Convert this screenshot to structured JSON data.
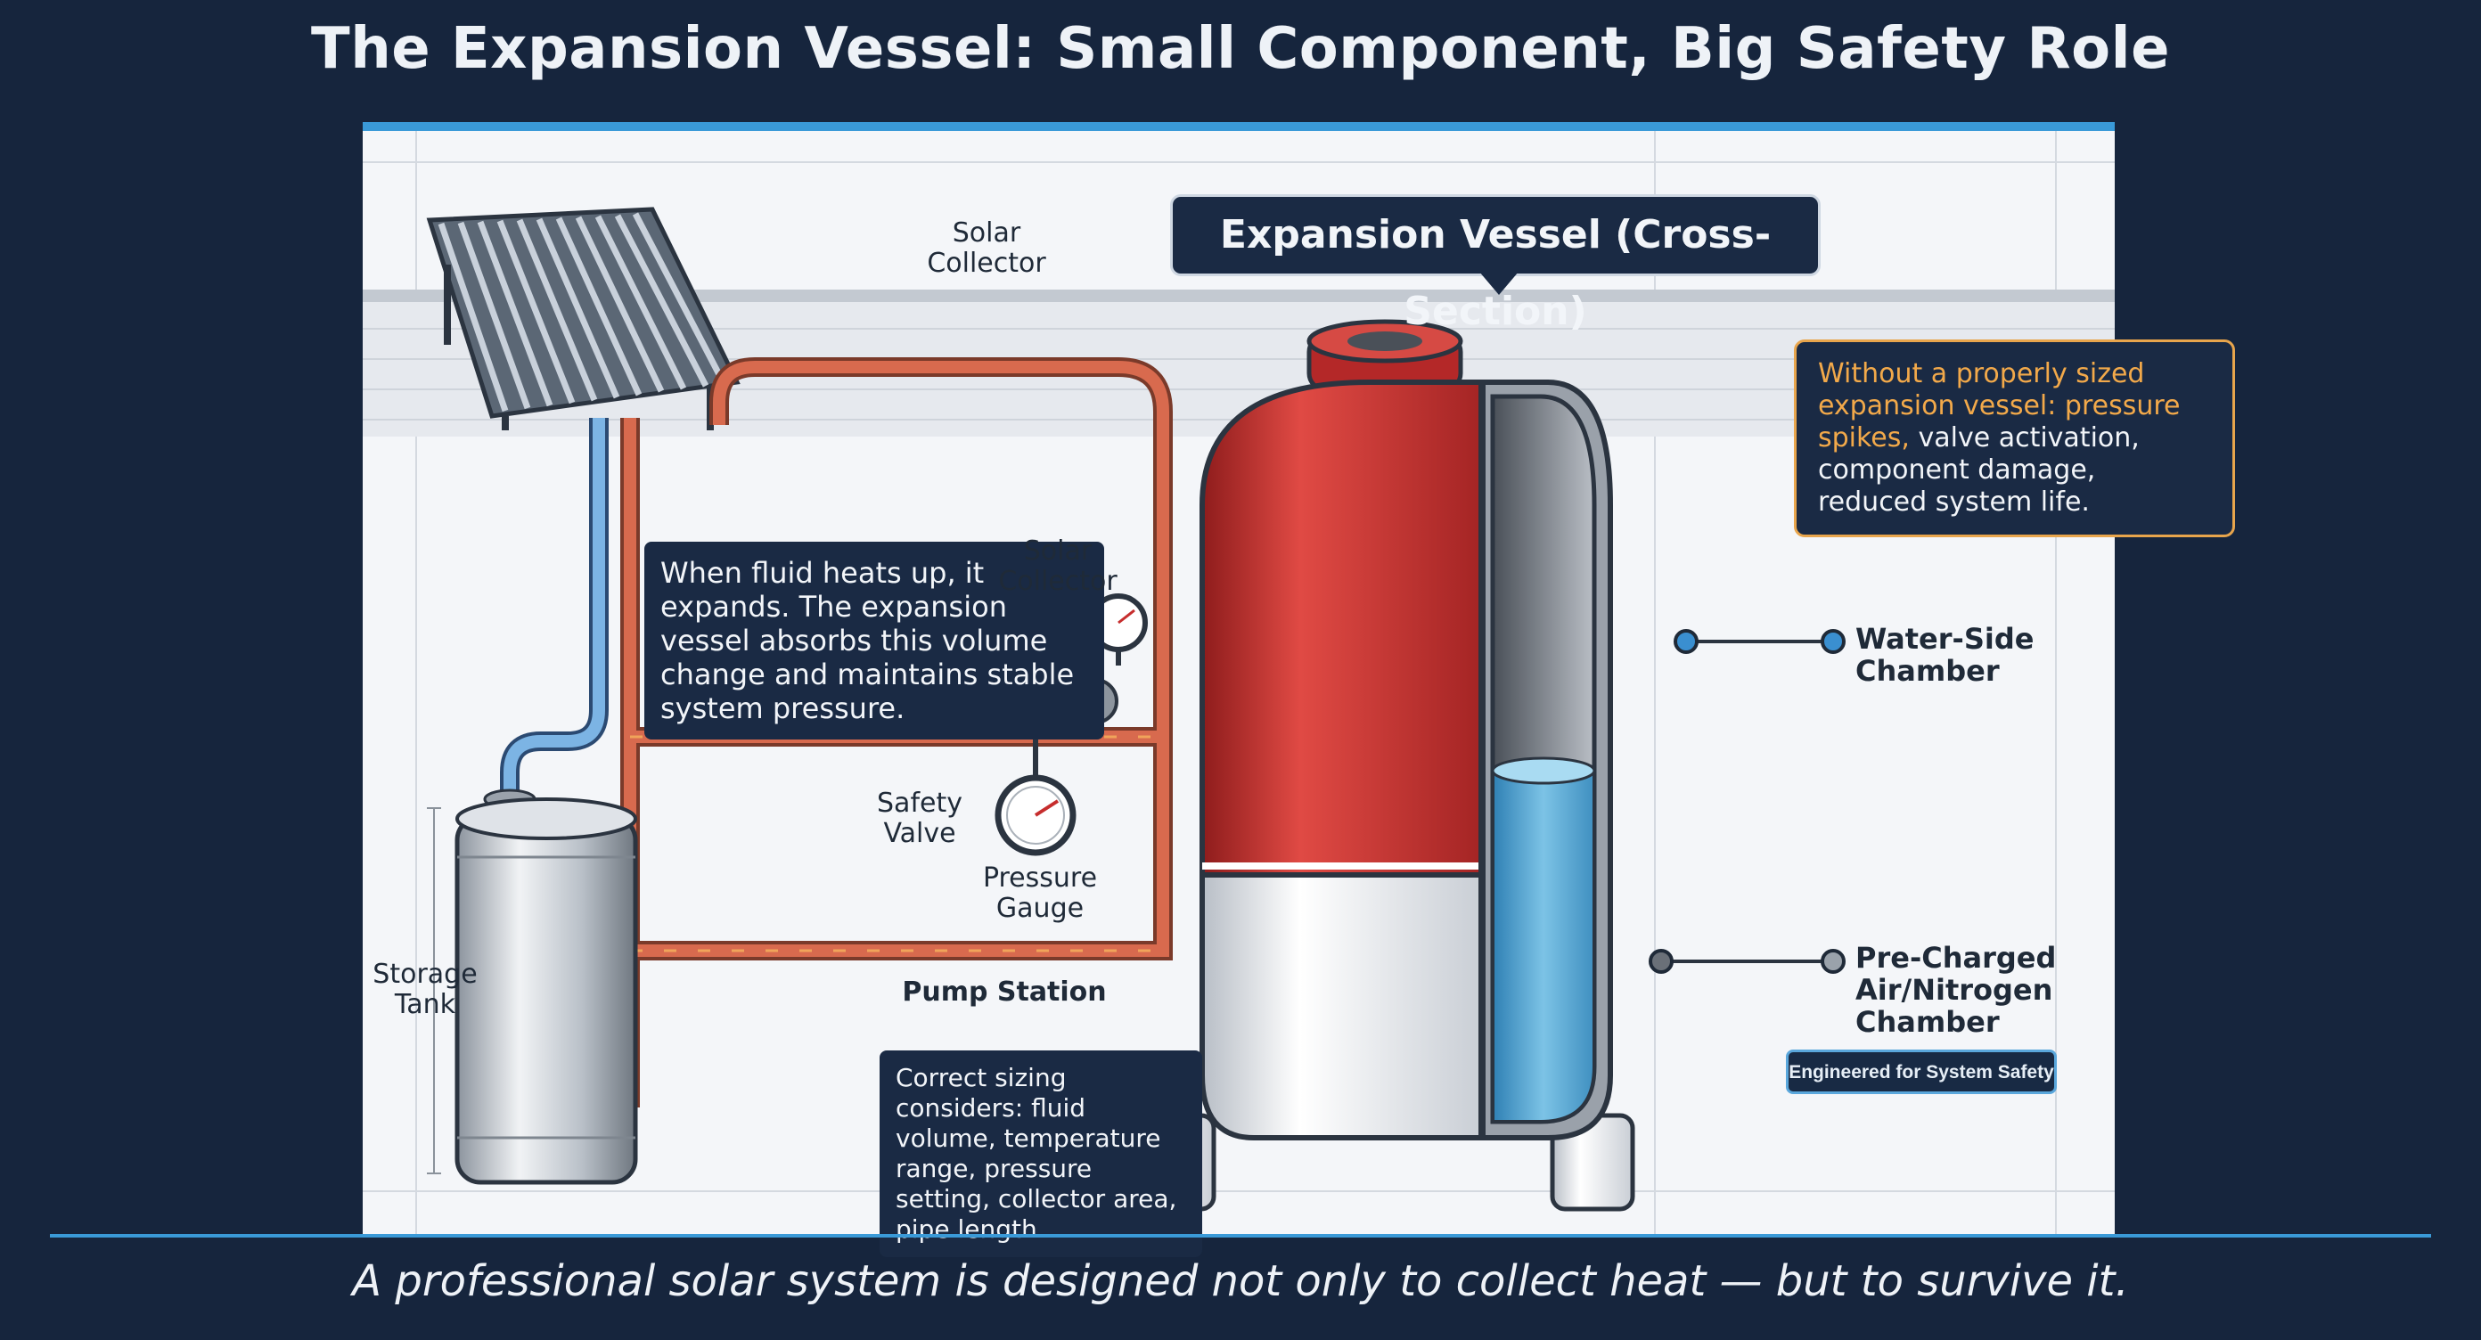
{
  "title": "The Expansion Vessel: Small Component, Big Safety Role",
  "tagline": "A professional solar system is designed not only to collect heat — but to survive it.",
  "stamp": "Engineered for System Safety",
  "callout": "Expansion Vessel (Cross-Section)",
  "notes": {
    "left": "When fluid heats up, it expands. The expansion vessel absorbs this volume change and maintains stable system pressure.",
    "bottom": "Correct sizing considers: fluid volume, temperature range, pressure setting, collector area, pipe length.",
    "warning": {
      "highlight": "Without a properly sized expansion vessel: pressure spikes,",
      "rest": " valve activation, component damage, reduced system life."
    }
  },
  "labels": {
    "collector_top": "Solar\nCollector",
    "collector_mid": "Solar\nCollector",
    "safety_valve": "Safety\nValve",
    "pressure_gauge": "Pressure\nGauge",
    "pump_station": "Pump Station",
    "storage_tank": "Storage\nTank",
    "water_side": "Water-Side\nChamber",
    "air_side": "Pre-Charged\nAir/Nitrogen\nChamber"
  },
  "colors": {
    "background": "#16253d",
    "accent": "#3a9ad8",
    "vessel_red": "#c62d2d",
    "warning": "#f2a94a",
    "water": "#5aaed8"
  }
}
